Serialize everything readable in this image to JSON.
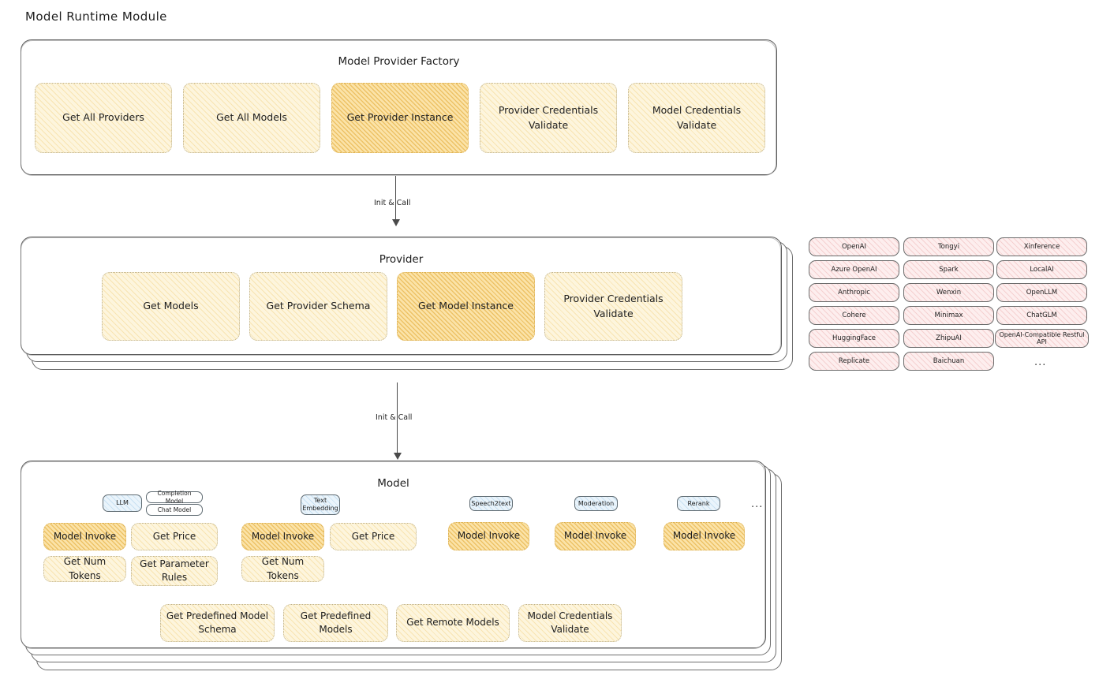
{
  "diagram": {
    "title": "Model Runtime Module",
    "arrow_label_1": "Init & Call",
    "arrow_label_2": "Init & Call",
    "ellipsis": "..."
  },
  "factory": {
    "title": "Model Provider Factory",
    "nodes": [
      {
        "label": "Get All Providers",
        "highlighted": false
      },
      {
        "label": "Get All Models",
        "highlighted": false
      },
      {
        "label": "Get Provider Instance",
        "highlighted": true
      },
      {
        "label": "Provider Credentials Validate",
        "highlighted": false
      },
      {
        "label": "Model Credentials Validate",
        "highlighted": false
      }
    ]
  },
  "provider": {
    "title": "Provider",
    "nodes": [
      {
        "label": "Get Models",
        "highlighted": false
      },
      {
        "label": "Get Provider Schema",
        "highlighted": false
      },
      {
        "label": "Get Model Instance",
        "highlighted": true
      },
      {
        "label": "Provider Credentials Validate",
        "highlighted": false
      }
    ]
  },
  "provider_list": {
    "columns": [
      [
        "OpenAI",
        "Azure OpenAI",
        "Anthropic",
        "Cohere",
        "HuggingFace",
        "Replicate"
      ],
      [
        "Tongyi",
        "Spark",
        "Wenxin",
        "Minimax",
        "ZhipuAI",
        "Baichuan"
      ],
      [
        "Xinference",
        "LocalAI",
        "OpenLLM",
        "ChatGLM",
        "OpenAI-Compatible Restful API"
      ]
    ],
    "more": "..."
  },
  "model": {
    "title": "Model",
    "types": [
      {
        "badge": "LLM",
        "sub": [
          "Completion Model",
          "Chat Model"
        ]
      },
      {
        "badge": "Text Embedding",
        "sub": []
      },
      {
        "badge": "Speech2text",
        "sub": []
      },
      {
        "badge": "Moderation",
        "sub": []
      },
      {
        "badge": "Rerank",
        "sub": []
      }
    ],
    "more": "...",
    "llm_ops": [
      {
        "label": "Model Invoke",
        "highlighted": true
      },
      {
        "label": "Get Price",
        "highlighted": false
      },
      {
        "label": "Get Num Tokens",
        "highlighted": false
      },
      {
        "label": "Get Parameter Rules",
        "highlighted": false
      }
    ],
    "embedding_ops": [
      {
        "label": "Model Invoke",
        "highlighted": true
      },
      {
        "label": "Get Price",
        "highlighted": false
      },
      {
        "label": "Get Num Tokens",
        "highlighted": false
      }
    ],
    "speech_ops": [
      {
        "label": "Model Invoke",
        "highlighted": true
      }
    ],
    "moderation_ops": [
      {
        "label": "Model Invoke",
        "highlighted": true
      }
    ],
    "rerank_ops": [
      {
        "label": "Model Invoke",
        "highlighted": true
      }
    ],
    "common_ops": [
      {
        "label": "Get Predefined Model Schema",
        "highlighted": false
      },
      {
        "label": "Get Predefined Models",
        "highlighted": false
      },
      {
        "label": "Get Remote Models",
        "highlighted": false
      },
      {
        "label": "Model Credentials Validate",
        "highlighted": false
      }
    ]
  },
  "colors": {
    "node_fill": "#fdf5dd",
    "node_fill_highlight": "#fbe3a8",
    "chip_fill": "#fdeeee",
    "badge_fill": "#eaf4fb",
    "stroke": "#1e1e1e"
  }
}
